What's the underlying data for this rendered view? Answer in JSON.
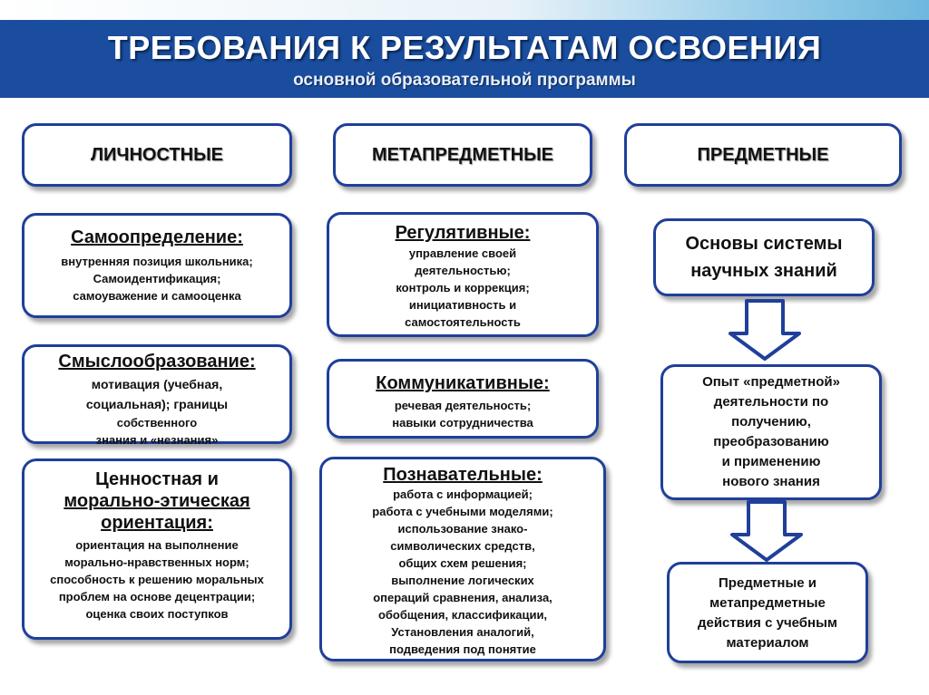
{
  "header": {
    "title": "ТРЕБОВАНИЯ К РЕЗУЛЬТАТАМ ОСВОЕНИЯ",
    "subtitle": "основной образовательной программы"
  },
  "columns": [
    {
      "label": "ЛИЧНОСТНЫЕ"
    },
    {
      "label": "МЕТАПРЕДМЕТНЫЕ"
    },
    {
      "label": "ПРЕДМЕТНЫЕ"
    }
  ],
  "personal": [
    {
      "title": "Самоопределение:",
      "lines": [
        "внутренняя позиция школьника;",
        "Самоидентификация;",
        "самоуважение и самооценка"
      ]
    },
    {
      "title": "Смыслообразование:",
      "lines": [
        "мотивация (учебная,",
        "социальная); границы",
        "собственного",
        "знания и «незнания»"
      ]
    },
    {
      "title_lines": [
        "Ценностная и",
        "морально-этическая",
        "ориентация:"
      ],
      "lines": [
        "ориентация на выполнение",
        "морально-нравственных норм;",
        "способность к решению моральных",
        "проблем на основе децентрации;",
        "оценка своих поступков"
      ]
    }
  ],
  "meta": [
    {
      "title": "Регулятивные:",
      "lines": [
        "управление своей",
        "деятельностью;",
        "контроль и коррекция;",
        "инициативность и",
        "самостоятельность"
      ]
    },
    {
      "title": "Коммуникативные:",
      "lines": [
        "речевая деятельность;",
        "навыки сотрудничества"
      ]
    },
    {
      "title": "Познавательные:",
      "lines": [
        "работа с информацией;",
        "работа с учебными моделями;",
        "использование знако-",
        "символических средств,",
        "общих схем решения;",
        "выполнение логических",
        "операций сравнения,  анализа,",
        "обобщения, классификации,",
        "Установления аналогий,",
        "подведения под понятие"
      ]
    }
  ],
  "subject": [
    {
      "lines": [
        "Основы системы",
        "научных знаний"
      ]
    },
    {
      "lines": [
        "Опыт «предметной»",
        "деятельности по",
        "получению,",
        "преобразованию",
        "и применению",
        "нового знания"
      ]
    },
    {
      "lines": [
        "Предметные и",
        "метапредметные",
        "действия с учебным",
        "материалом"
      ]
    }
  ],
  "colors": {
    "header_bg": "#1a4d9e",
    "border": "#1f3f9a",
    "arrow": "#1f3f9a"
  }
}
